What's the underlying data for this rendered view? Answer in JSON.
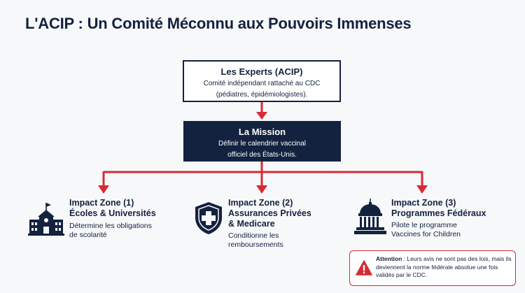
{
  "title": "L'ACIP : Un Comité Méconnu aux Pouvoirs Immenses",
  "experts": {
    "title": "Les Experts (ACIP)",
    "line1": "Comité indépendant rattaché au CDC",
    "line2": "(pédiatres, épidémiologistes)."
  },
  "mission": {
    "title": "La Mission",
    "line1": "Définir le calendrier vaccinal",
    "line2": "officiel des États-Unis."
  },
  "zones": [
    {
      "heading": "Impact Zone (1)",
      "subheading": "Écoles & Universités",
      "desc1": "Détermine les obligations",
      "desc2": "de scolarité",
      "icon": "school-icon"
    },
    {
      "heading": "Impact Zone (2)",
      "subheading1": "Assurances Privées",
      "subheading2": "& Medicare",
      "desc1": "Conditionne les",
      "desc2": "remboursements",
      "icon": "shield-cross-icon"
    },
    {
      "heading": "Impact Zone (3)",
      "subheading": "Programmes Fédéraux",
      "desc1": "Pilote le programme",
      "desc2": "Vaccines for Children",
      "icon": "capitol-icon"
    }
  ],
  "alert": {
    "label": "Attention",
    "text": " : Leurs avis ne sont pas des lois, mais ils deviennent la norme fédérale absolue une fois validés par le CDC.",
    "icon": "warning-icon"
  },
  "colors": {
    "navy": "#13223f",
    "accent_red": "#d62b34"
  }
}
